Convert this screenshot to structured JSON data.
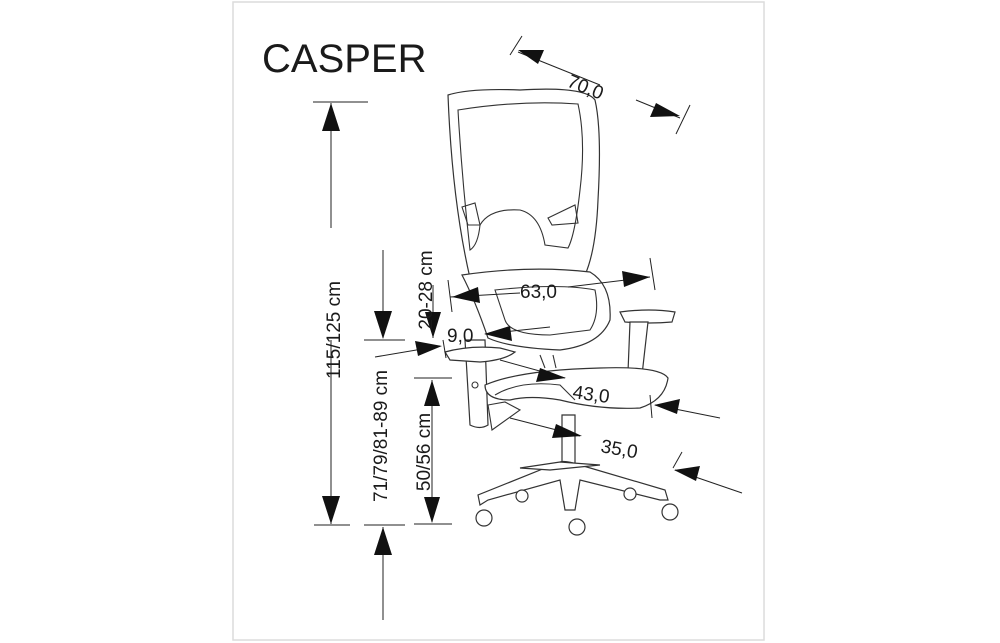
{
  "title": "CASPER",
  "dimensions": {
    "depth_total": "70,0",
    "height_total": "115/125 cm",
    "armrest_height": "71/79/81-89 cm",
    "armrest_adjust": "20-28 cm",
    "armrest_width": "9,0",
    "width_armrests": "63,0",
    "seat_height": "50/56 cm",
    "seat_depth": "43,0",
    "seat_width": "35,0"
  }
}
